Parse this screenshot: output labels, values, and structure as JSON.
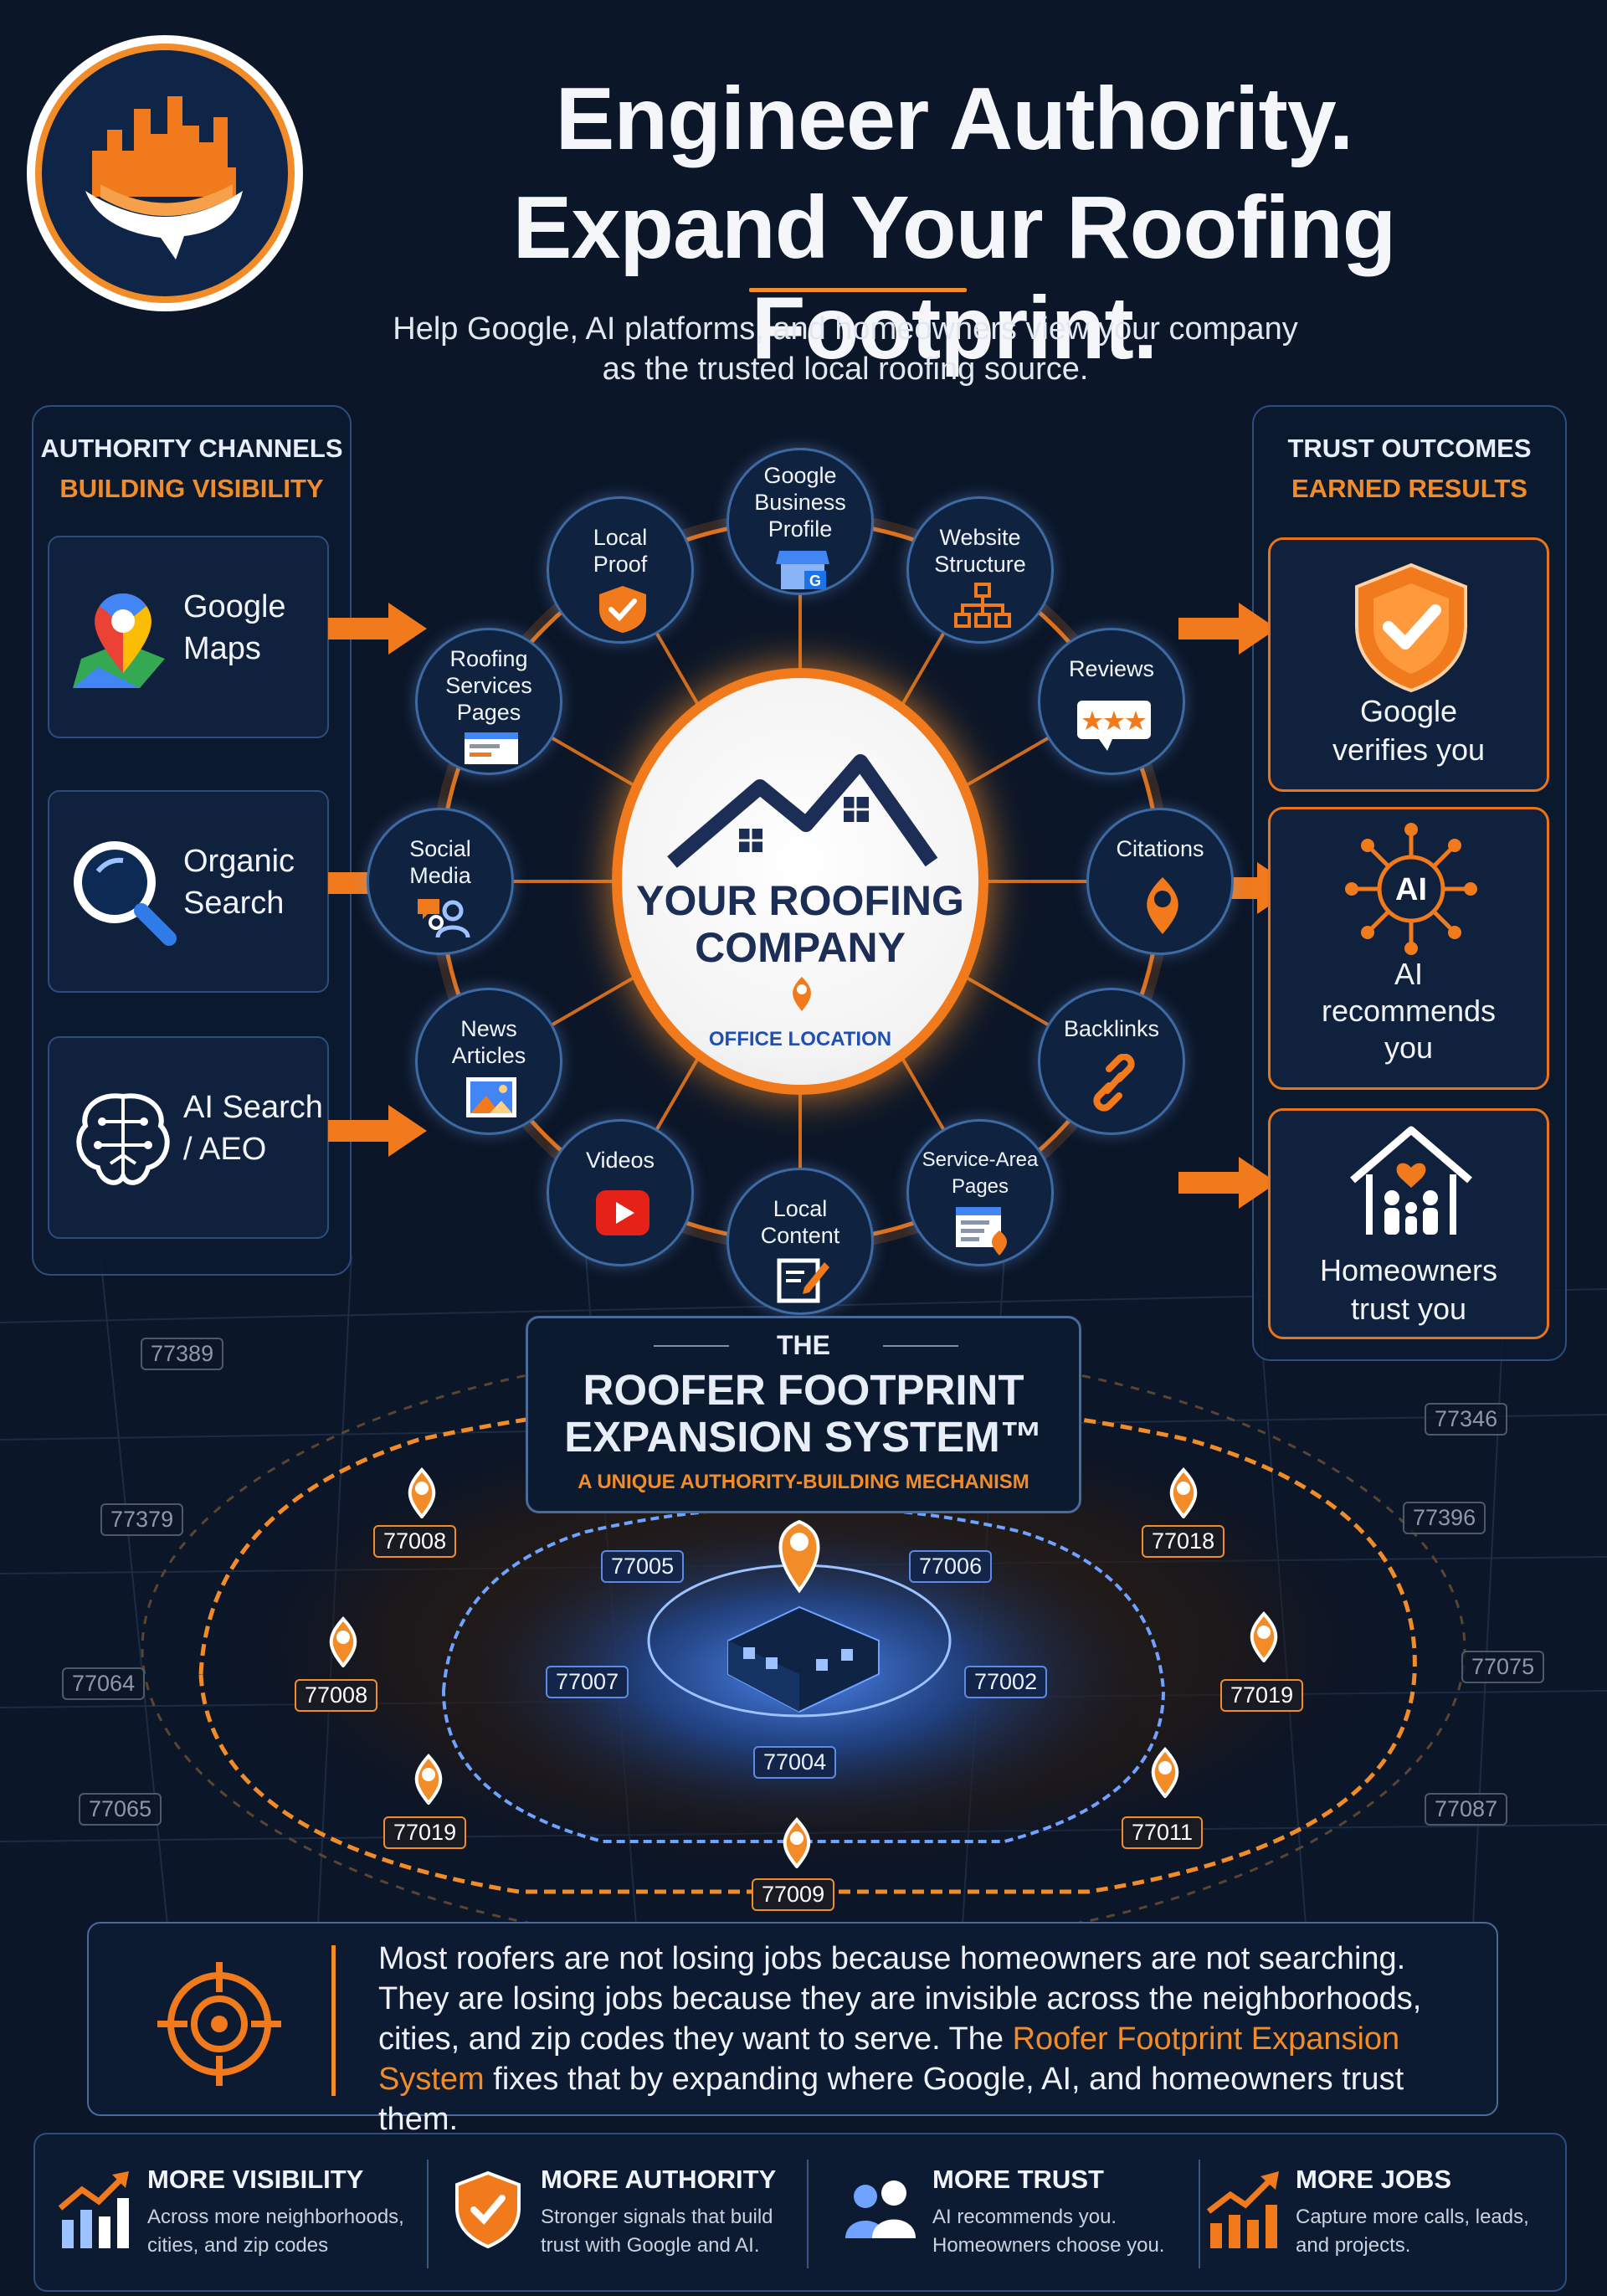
{
  "header": {
    "title_line1": "Engineer Authority.",
    "title_line2": "Expand Your Roofing Footprint.",
    "subtitle_line1": "Help Google, AI platforms, and homeowners view your company",
    "subtitle_line2": "as the trusted local roofing source."
  },
  "left_panel": {
    "heading1": "AUTHORITY CHANNELS",
    "heading2": "BUILDING VISIBILITY",
    "channels": [
      {
        "label": "Google Maps",
        "icon": "map-pin-icon"
      },
      {
        "label": "Organic Search",
        "icon": "magnifier-icon"
      },
      {
        "label": "AI Search / AEO",
        "icon": "brain-icon"
      }
    ]
  },
  "right_panel": {
    "heading1": "TRUST OUTCOMES",
    "heading2": "EARNED RESULTS",
    "outcomes": [
      {
        "label_line1": "Google",
        "label_line2": "verifies you",
        "label_line3": "",
        "icon": "shield-check-icon"
      },
      {
        "label_line1": "AI",
        "label_line2": "recommends",
        "label_line3": "you",
        "icon": "ai-network-icon"
      },
      {
        "label_line1": "Homeowners",
        "label_line2": "trust you",
        "label_line3": "",
        "icon": "family-house-icon"
      }
    ]
  },
  "hub": {
    "center_line1": "YOUR ROOFING",
    "center_line2": "COMPANY",
    "center_caption": "OFFICE LOCATION",
    "nodes": [
      {
        "lines": [
          "Google",
          "Business",
          "Profile"
        ],
        "icon": "storefront-icon"
      },
      {
        "lines": [
          "Website",
          "Structure"
        ],
        "icon": "sitemap-icon"
      },
      {
        "lines": [
          "Reviews"
        ],
        "icon": "stars-icon"
      },
      {
        "lines": [
          "Citations"
        ],
        "icon": "location-icon"
      },
      {
        "lines": [
          "Backlinks"
        ],
        "icon": "chain-link-icon"
      },
      {
        "lines": [
          "Service-Area",
          "Pages"
        ],
        "icon": "page-pin-icon"
      },
      {
        "lines": [
          "Local",
          "Content"
        ],
        "icon": "edit-icon"
      },
      {
        "lines": [
          "Videos"
        ],
        "icon": "play-icon"
      },
      {
        "lines": [
          "News",
          "Articles"
        ],
        "icon": "image-icon"
      },
      {
        "lines": [
          "Social",
          "Media"
        ],
        "icon": "people-chat-icon"
      },
      {
        "lines": [
          "Roofing",
          "Services",
          "Pages"
        ],
        "icon": "webpage-icon"
      },
      {
        "lines": [
          "Local",
          "Proof"
        ],
        "icon": "badge-check-icon"
      }
    ]
  },
  "system": {
    "the": "THE",
    "title_line1": "ROOFER FOOTPRINT",
    "title_line2": "EXPANSION SYSTEM™",
    "subtitle": "A UNIQUE AUTHORITY-BUILDING MECHANISM"
  },
  "map": {
    "gray_zips": [
      "77389",
      "77346",
      "77379",
      "77396",
      "77064",
      "77075",
      "77065",
      "77087"
    ],
    "orange_zips": [
      "77008",
      "77018",
      "77008",
      "77019",
      "77019",
      "77011",
      "77009"
    ],
    "blue_zips": [
      "77005",
      "77006",
      "77007",
      "77002",
      "77004"
    ]
  },
  "message": {
    "part1": "Most roofers are not losing jobs because homeowners are not searching. They are losing jobs because they are invisible across the neighborhoods, cities, and zip codes they want to serve. The ",
    "highlight": "Roofer Footprint Expansion System",
    "part2": " fixes that by expanding where Google, AI, and homeowners trust them."
  },
  "features": [
    {
      "title": "MORE VISIBILITY",
      "desc": "Across more neighborhoods, cities, and zip codes",
      "icon": "growth-chart-icon"
    },
    {
      "title": "MORE AUTHORITY",
      "desc": "Stronger signals that build trust with Google and AI.",
      "icon": "shield-check-icon"
    },
    {
      "title": "MORE TRUST",
      "desc": "AI recommends you. Homeowners choose you.",
      "icon": "users-icon"
    },
    {
      "title": "MORE JOBS",
      "desc": "Capture more calls, leads, and projects.",
      "icon": "growth-arrow-icon"
    }
  ],
  "colors": {
    "background": "#0b1628",
    "accent": "#f28c28",
    "border": "#2e4d7c",
    "brand_blue": "#1c2e55"
  }
}
